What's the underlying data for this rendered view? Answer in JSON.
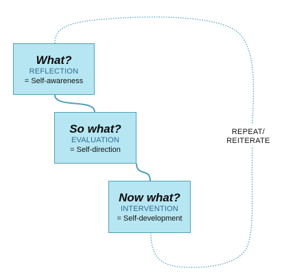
{
  "colors": {
    "box_fill": "#b6e6f2",
    "box_border": "#4f9fb8",
    "connector": "#4f9fb8",
    "stage_text": "#2f6b92"
  },
  "boxes": [
    {
      "question": "What?",
      "stage": "REFLECTION",
      "outcome": "= Self-awareness"
    },
    {
      "question": "So what?",
      "stage": "EVALUATION",
      "outcome": "= Self-direction"
    },
    {
      "question": "Now what?",
      "stage": "INTERVENTION",
      "outcome": "= Self-development"
    }
  ],
  "loop_label": {
    "line1": "REPEAT/",
    "line2": "REITERATE"
  }
}
